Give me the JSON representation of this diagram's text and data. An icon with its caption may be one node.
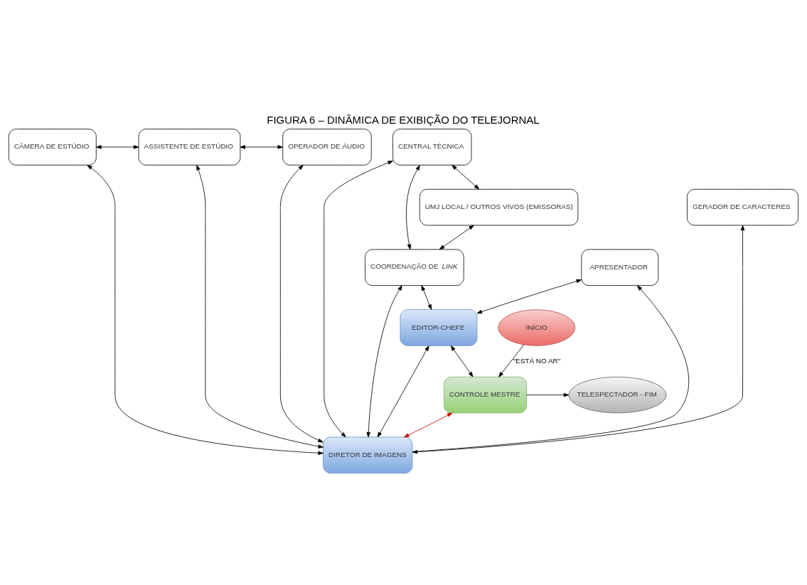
{
  "diagram": {
    "title": "FIGURA 6 – DINÂMICA DE EXIBIÇÃO DO TELEJORNAL",
    "nodes": [
      {
        "text": [
          "CÂMERA DE ESTÚDIO"
        ]
      },
      {
        "text": [
          "ASSISTENTE DE ESTÚDIO"
        ]
      },
      {
        "text": [
          "OPERADOR DE ÁUDIO"
        ]
      },
      {
        "text": [
          "CENTRAL TÉCNICA"
        ]
      },
      {
        "text": [
          "UMJ LOCAL / OUTROS VIVOS (EMISSORAS)"
        ]
      },
      {
        "text": [
          "GERADOR DE CARACTERES"
        ]
      },
      {
        "text": [
          "DIRETOR DE IMAGENS"
        ]
      },
      {
        "text": [
          "APRESENTADOR"
        ]
      },
      {
        "text": [
          "COORDENAÇÃO DE *LINK*"
        ]
      },
      {
        "text": [
          "EDITOR-CHEFE"
        ]
      },
      {
        "text": [
          "CONTROLE MESTRE"
        ]
      },
      {
        "text": [
          "TELESPECTADOR - FIM"
        ]
      },
      {
        "text": [
          "INÍCIO"
        ]
      }
    ],
    "edges": [
      {
        "from": 0,
        "to": 1,
        "arrow": "both"
      },
      {
        "from": 1,
        "to": 2,
        "arrow": "both"
      },
      {
        "from": 6,
        "to": 0,
        "arrow": "both"
      },
      {
        "from": 6,
        "to": 1,
        "arrow": "both"
      },
      {
        "from": 6,
        "to": 2,
        "arrow": "both"
      },
      {
        "from": 6,
        "to": 3,
        "arrow": "both"
      },
      {
        "from": 6,
        "to": 5,
        "arrow": "both"
      },
      {
        "from": 3,
        "to": 4,
        "arrow": "both"
      },
      {
        "from": 3,
        "to": 8,
        "arrow": "both"
      },
      {
        "from": 6,
        "to": 8,
        "arrow": "both"
      },
      {
        "from": 4,
        "to": 8,
        "arrow": "both"
      },
      {
        "from": 10,
        "to": 6,
        "arrow": "both",
        "color": "#cc0000"
      },
      {
        "from": 6,
        "to": 7,
        "arrow": "to"
      },
      {
        "from": 6,
        "to": 9,
        "arrow": "both"
      },
      {
        "from": 7,
        "to": 9,
        "arrow": "both"
      },
      {
        "from": 8,
        "to": 9,
        "arrow": "both"
      },
      {
        "from": 9,
        "to": 10,
        "arrow": "both"
      },
      {
        "from": 10,
        "to": 11,
        "arrow": "to"
      },
      {
        "from": 12,
        "to": 10,
        "arrow": "to",
        "label": "\"ESTÁ NO AR\""
      }
    ]
  }
}
